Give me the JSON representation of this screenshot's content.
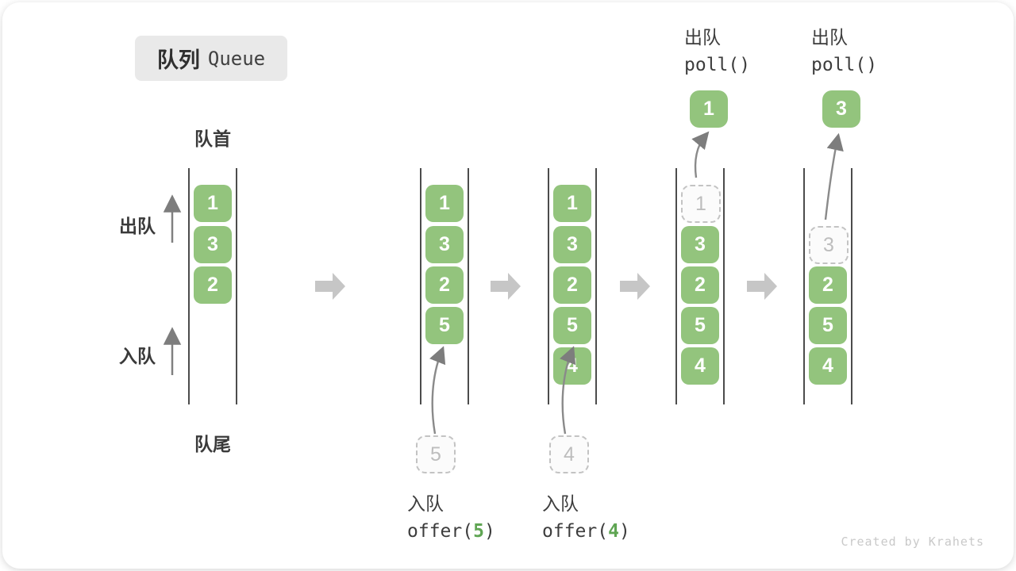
{
  "title": {
    "zh": "队列",
    "en": "Queue"
  },
  "labels": {
    "front": "队首",
    "rear": "队尾",
    "dequeue": "出队",
    "enqueue": "入队"
  },
  "columns": [
    {
      "cells": [
        "1",
        "3",
        "2"
      ]
    },
    {
      "cells": [
        "1",
        "3",
        "2",
        "5"
      ],
      "staging": "5"
    },
    {
      "cells": [
        "1",
        "3",
        "2",
        "5",
        "4"
      ],
      "staging": "4"
    },
    {
      "dashed": "1",
      "cells": [
        "3",
        "2",
        "5",
        "4"
      ],
      "popped": "1"
    },
    {
      "dashed": "3",
      "cells": [
        "2",
        "5",
        "4"
      ],
      "popped": "3"
    }
  ],
  "operations": {
    "enqueue5": {
      "label": "入队",
      "code_open": "offer(",
      "arg": "5",
      "code_close": ")"
    },
    "enqueue4": {
      "label": "入队",
      "code_open": "offer(",
      "arg": "4",
      "code_close": ")"
    },
    "poll1": {
      "label": "出队",
      "code": "poll()"
    },
    "poll2": {
      "label": "出队",
      "code": "poll()"
    }
  },
  "watermark": "Created by Krahets",
  "colors": {
    "cell_green": "#93C47D",
    "code_arg_green": "#5FA553",
    "block_arrow_gray": "#C6C6C6",
    "dashed_border_gray": "#C3C3C3",
    "line_dark": "#4C4C4C"
  }
}
